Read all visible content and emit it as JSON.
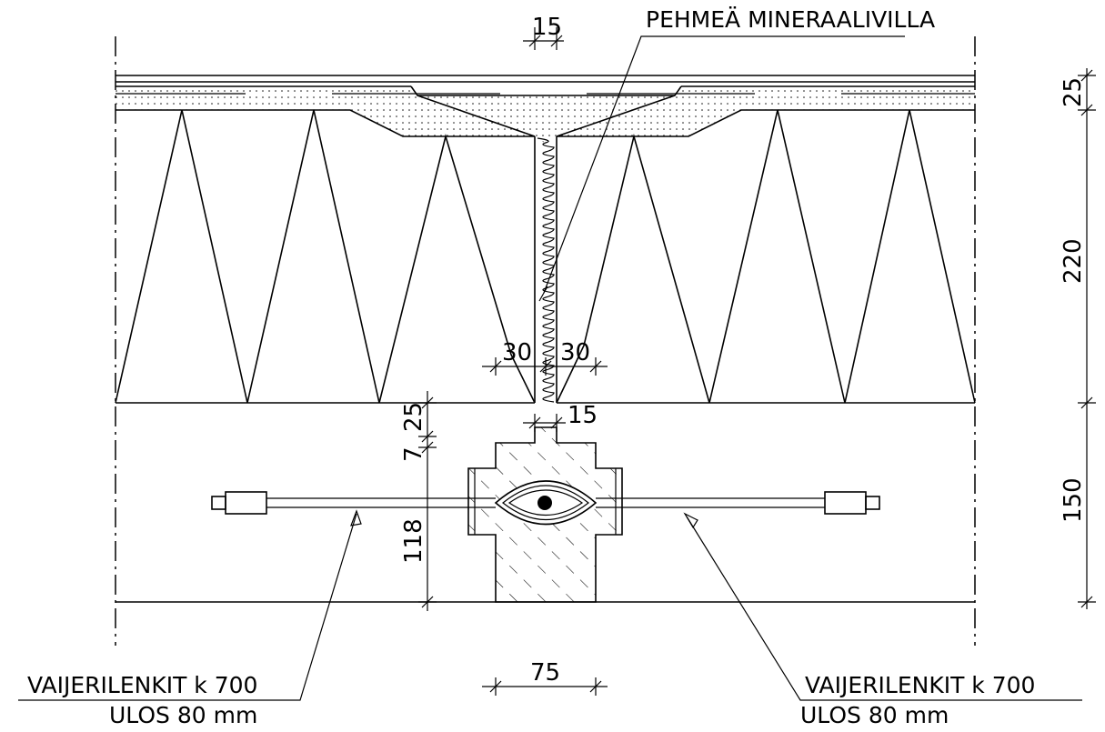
{
  "labels": {
    "soft_mineral_wool": "PEHMEÄ MINERAALIVILLA",
    "wire_loops_left_line1": "VAIJERILENKIT  k  700",
    "wire_loops_left_line2": "ULOS  80  mm",
    "wire_loops_right_line1": "VAIJERILENKIT  k  700",
    "wire_loops_right_line2": "ULOS  80  mm"
  },
  "dimensions": {
    "joint_top_gap": "15",
    "joint_bottom_gap": "15",
    "offset_left": "30",
    "offset_right": "30",
    "top_layer": "25",
    "insulation": "220",
    "concrete": "150",
    "upper_offset": "25",
    "small_step": "7",
    "key_height": "118",
    "key_width": "75"
  }
}
